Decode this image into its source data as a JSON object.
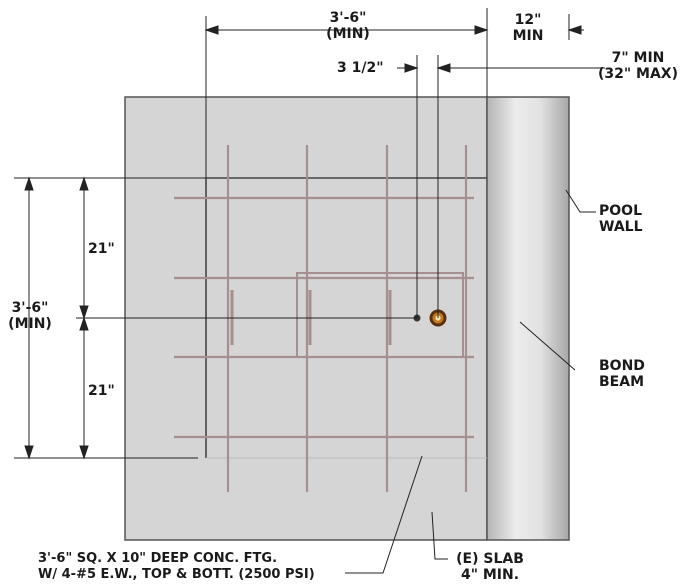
{
  "dimensions": {
    "footing_width": "3'-6\"",
    "footing_width_note": "(MIN)",
    "wall_width": "12\"",
    "wall_width_note": "MIN",
    "offset_small": "3 1/2\"",
    "offset_wall": "7\" MIN",
    "offset_wall_note": "(32\" MAX)",
    "footing_depth": "3'-6\"",
    "footing_depth_note": "(MIN)",
    "half_upper": "21\"",
    "half_lower": "21\""
  },
  "callouts": {
    "pool_wall_line1": "POOL",
    "pool_wall_line2": "WALL",
    "bond_beam_line1": "BOND",
    "bond_beam_line2": "BEAM",
    "footing_note_line1": "3'-6\" SQ. X 10\" DEEP CONC. FTG.",
    "footing_note_line2": "W/ 4-#5 E.W., TOP & BOTT. (2500 PSI)",
    "slab_line1": "(E) SLAB",
    "slab_line2": "4\" MIN."
  },
  "colors": {
    "slab": "#d4d4d4",
    "rebar": "#a08a8a",
    "wall_light": "#e6e6e6",
    "wall_dark": "#a8a8a8",
    "line": "#222222"
  }
}
